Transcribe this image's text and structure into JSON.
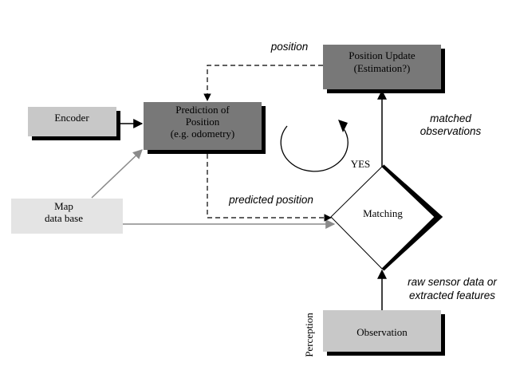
{
  "nodes": {
    "encoder": "Encoder",
    "prediction": [
      "Prediction of",
      "Position",
      "(e.g. odometry)"
    ],
    "position_update": [
      "Position Update",
      "(Estimation?)"
    ],
    "map_database": [
      "Map",
      "data base"
    ],
    "matching": "Matching",
    "observation": "Observation",
    "perception": "Perception"
  },
  "edge_labels": {
    "position": "position",
    "matched_observations": [
      "matched",
      "observations"
    ],
    "predicted_position": "predicted position",
    "yes": "YES",
    "raw_sensor": [
      "raw sensor data or",
      "extracted features"
    ]
  },
  "colors": {
    "dark_box": "#787878",
    "light_box": "#c8c8c8",
    "lighter_box": "#e4e4e4",
    "shadow": "#000000",
    "map_arrow": "#8a8a8a"
  }
}
